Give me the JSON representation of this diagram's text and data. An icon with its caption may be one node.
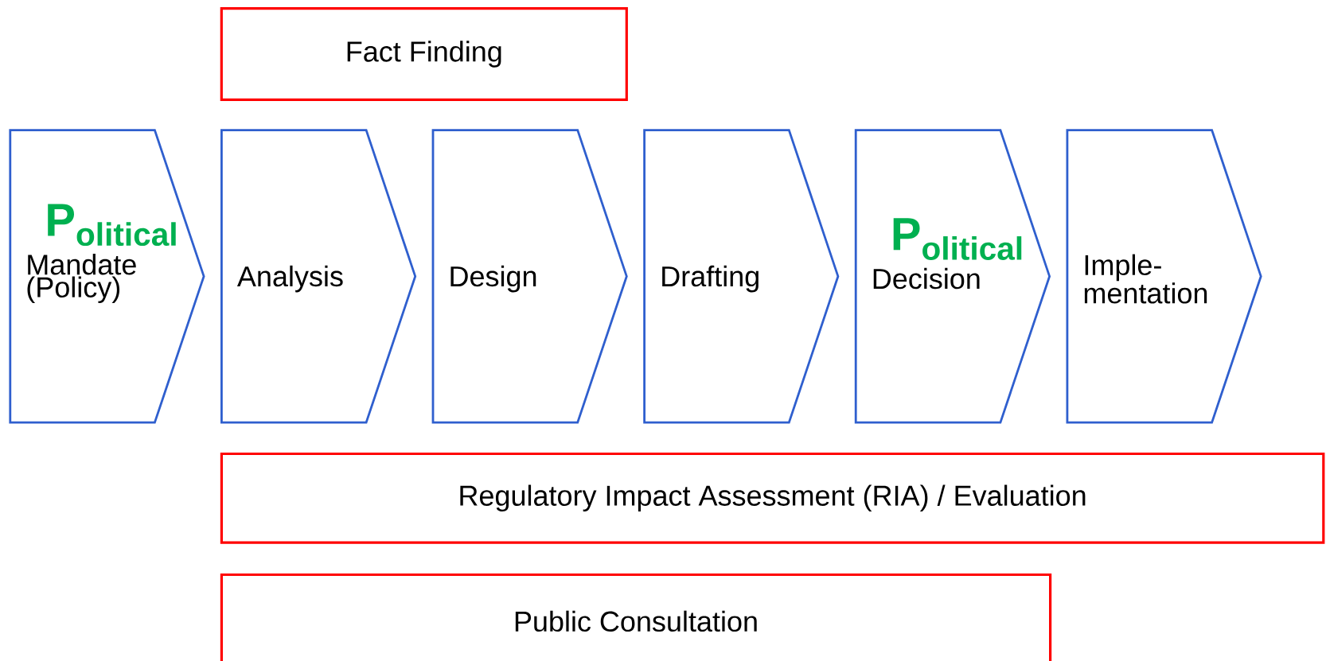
{
  "diagram": {
    "nodes": [
      {
        "text": [
          "Fact Finding"
        ]
      },
      {
        "text": [
          "P$_{olitical}$",
          "Mandate (Policy)"
        ]
      },
      {
        "text": [
          "Analysis"
        ]
      },
      {
        "text": [
          "Design"
        ]
      },
      {
        "text": [
          "Drafting"
        ]
      },
      {
        "text": [
          "P$_{olitical}$",
          "Decision"
        ]
      },
      {
        "text": [
          "Imple- mentation"
        ]
      },
      {
        "text": [
          "Regulatory Impact Assessment (RIA) / Evaluation"
        ]
      },
      {
        "text": [
          "Public Consultation"
        ]
      }
    ],
    "edges": []
  }
}
